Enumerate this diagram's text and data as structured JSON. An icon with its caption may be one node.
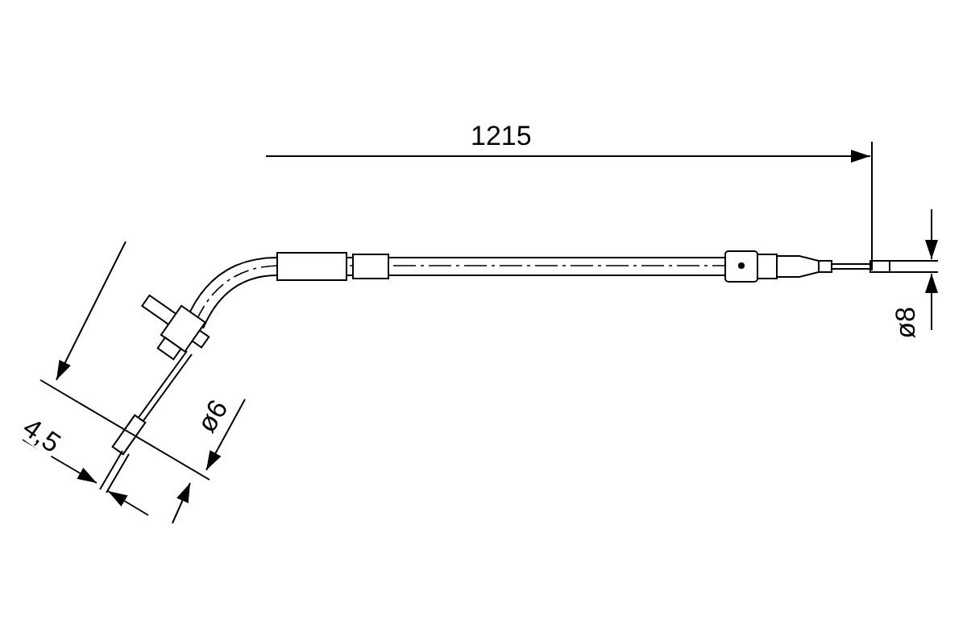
{
  "diagram": {
    "labels": [
      "1215",
      "ø8",
      "4,5",
      "ø6"
    ]
  }
}
